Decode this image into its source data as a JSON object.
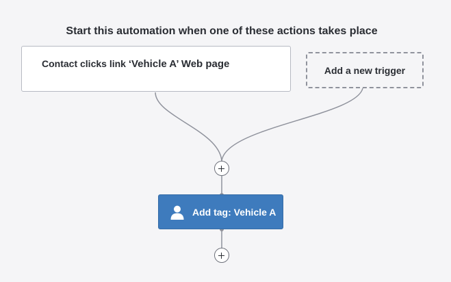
{
  "header": {
    "title": "Start this automation when one of these actions takes place"
  },
  "trigger": {
    "label": "Contact clicks link ",
    "value": "‘Vehicle A’  Web page"
  },
  "add_trigger": {
    "label": "Add a new trigger"
  },
  "action": {
    "label": "Add tag: Vehicle A",
    "icon": "user-icon",
    "color": "#3e7bbd"
  },
  "colors": {
    "background": "#f5f5f7",
    "connector": "#8f929c",
    "text": "#2a2d33"
  }
}
